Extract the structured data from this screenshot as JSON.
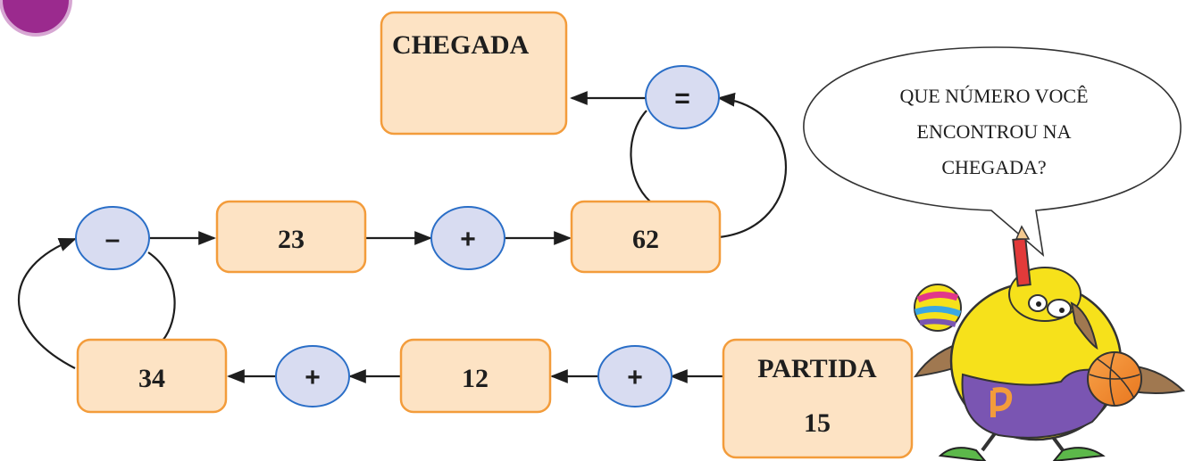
{
  "colors": {
    "box_fill": "#fde3c4",
    "box_stroke": "#f39c3b",
    "op_fill": "#d8dcf1",
    "op_stroke": "#2a6ec7",
    "arrow": "#1e1e1e",
    "corner_dot": "#9b2a8e"
  },
  "boxes": {
    "chegada": "CHEGADA",
    "partida_label": "PARTIDA",
    "partida_value": "15",
    "b12": "12",
    "b34": "34",
    "b23": "23",
    "b62": "62"
  },
  "operators": {
    "op_plus_1": "+",
    "op_plus_2": "+",
    "op_minus": "–",
    "op_plus_3": "+",
    "op_equals": "="
  },
  "speech": {
    "line1": "QUE NÚMERO VOCÊ",
    "line2": "ENCONTROU NA",
    "line3": "CHEGADA?"
  },
  "mascot": {
    "shirt_letter": "P",
    "icons": [
      "bird-mascot-icon",
      "pencil-icon",
      "basketball-icon",
      "striped-ball-icon"
    ]
  }
}
